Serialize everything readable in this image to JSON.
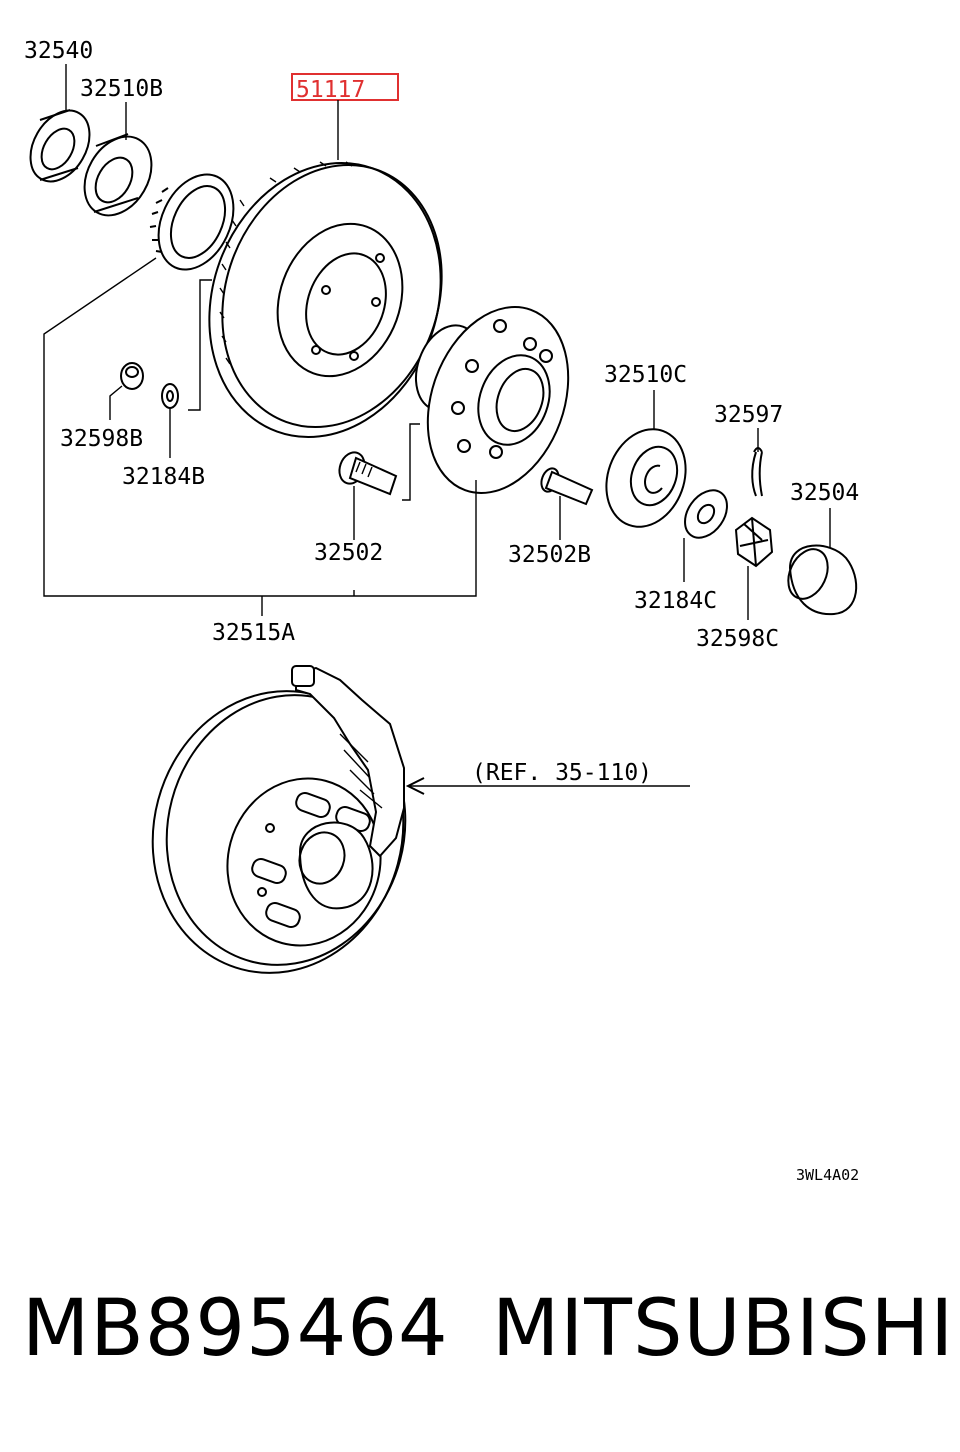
{
  "diagram": {
    "callouts": {
      "c32540": "32540",
      "c32510B": "32510B",
      "c51117": "51117",
      "c32598B": "32598B",
      "c32184B": "32184B",
      "c32510C": "32510C",
      "c32597": "32597",
      "c32504": "32504",
      "c32502": "32502",
      "c32502B": "32502B",
      "c32184C": "32184C",
      "c32598C": "32598C",
      "c32515A": "32515A",
      "ref": "(REF. 35-110)"
    },
    "figure_code": "3WL4A02",
    "highlight_color": "#e03030"
  },
  "footer": {
    "part_number": "MB895464",
    "brand": "MITSUBISHI"
  }
}
